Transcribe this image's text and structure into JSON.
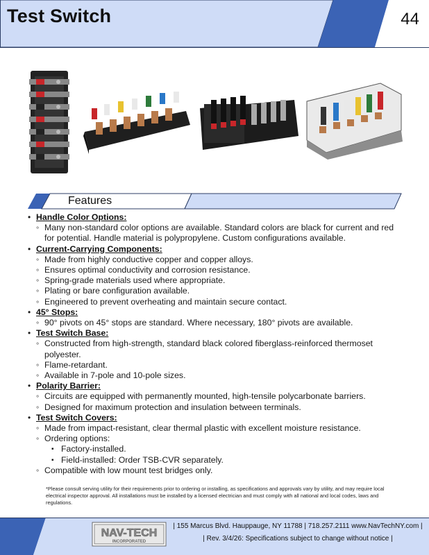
{
  "header": {
    "title": "Test Switch",
    "page_number": "44"
  },
  "features_heading": "Features",
  "sections": [
    {
      "title": "Handle Color Options:",
      "items": [
        {
          "text": "Many non-standard color options are available. Standard colors are black for current and red for potential. Handle material is polypropylene. Custom configurations available."
        }
      ]
    },
    {
      "title": "Current-Carrying Components:",
      "items": [
        {
          "text": "Made from highly conductive copper and copper alloys."
        },
        {
          "text": "Ensures optimal conductivity and corrosion resistance."
        },
        {
          "text": "Spring-grade materials used where appropriate."
        },
        {
          "text": "Plating or bare configuration available."
        },
        {
          "text": "Engineered to prevent overheating and maintain secure contact."
        }
      ]
    },
    {
      "title": "45° Stops:",
      "items": [
        {
          "text": "90° pivots on 45° stops are standard. Where necessary, 180° pivots are available."
        }
      ]
    },
    {
      "title": "Test Switch Base:",
      "items": [
        {
          "text": "Constructed from high-strength, standard black colored fiberglass-reinforced thermoset polyester."
        },
        {
          "text": "Flame-retardant."
        },
        {
          "text": "Available in 7-pole and 10-pole sizes."
        }
      ]
    },
    {
      "title": "Polarity Barrier:",
      "items": [
        {
          "text": "Circuits are equipped with permanently mounted, high-tensile polycarbonate barriers."
        },
        {
          "text": "Designed for maximum protection and insulation between terminals."
        }
      ]
    },
    {
      "title": "Test Switch Covers:",
      "items": [
        {
          "text": "Made from impact-resistant, clear thermal plastic with excellent moisture resistance."
        },
        {
          "text": "Ordering options:",
          "sub": [
            "Factory-installed.",
            "Field-installed: Order TSB-CVR separately."
          ]
        },
        {
          "text": "Compatible with low mount test bridges only."
        }
      ]
    }
  ],
  "disclaimer": "*Please consult serving utility for their requirements prior to ordering or installing, as specifications and approvals vary by utility, and may require local electrical inspector approval. All installations must be installed by a licensed electrician and must comply with all national and local codes, laws and regulations.",
  "footer": {
    "logo_name": "NAV-TECH",
    "logo_sub": "INCORPORATED",
    "address_line": "| 155 Marcus Blvd. Hauppauge, NY 11788 | 718.257.2111 www.NavTechNY.com |",
    "revision_line": "| Rev. 3/4/26: Specifications subject to change without notice |"
  },
  "colors": {
    "accent_blue": "#3b63b5",
    "light_blue": "#cfdcf7",
    "border": "#2c3e66"
  }
}
